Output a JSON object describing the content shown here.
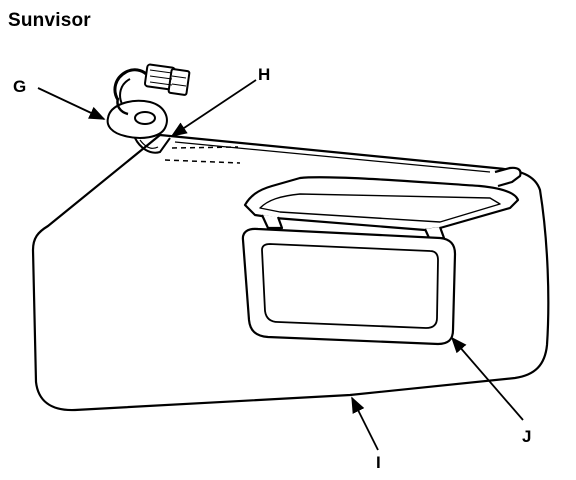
{
  "title": "Sunvisor",
  "callouts": {
    "g": "G",
    "h": "H",
    "i": "I",
    "j": "J"
  },
  "colors": {
    "ink": "#000000",
    "paper": "#ffffff"
  },
  "icons": {
    "clip": "mounting-clip-with-connector",
    "visor": "sunvisor-body",
    "mirror": "vanity-mirror-with-cover"
  }
}
